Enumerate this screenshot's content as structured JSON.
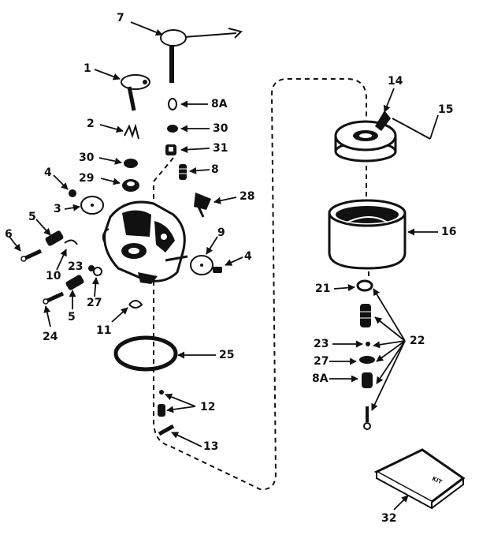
{
  "diagram": {
    "callouts": [
      {
        "id": "c7",
        "text": "7"
      },
      {
        "id": "c1",
        "text": "1"
      },
      {
        "id": "c8a_top",
        "text": "8A"
      },
      {
        "id": "c2",
        "text": "2"
      },
      {
        "id": "c30_right",
        "text": "30"
      },
      {
        "id": "c31",
        "text": "31"
      },
      {
        "id": "c30_left",
        "text": "30"
      },
      {
        "id": "c4_left",
        "text": "4"
      },
      {
        "id": "c29",
        "text": "29"
      },
      {
        "id": "c8",
        "text": "8"
      },
      {
        "id": "c28",
        "text": "28"
      },
      {
        "id": "c3",
        "text": "3"
      },
      {
        "id": "c5_top",
        "text": "5"
      },
      {
        "id": "c6",
        "text": "6"
      },
      {
        "id": "c9",
        "text": "9"
      },
      {
        "id": "c4_right",
        "text": "4"
      },
      {
        "id": "c23_left",
        "text": "23"
      },
      {
        "id": "c10",
        "text": "10"
      },
      {
        "id": "c27_left",
        "text": "27"
      },
      {
        "id": "c5_bottom",
        "text": "5"
      },
      {
        "id": "c24",
        "text": "24"
      },
      {
        "id": "c11",
        "text": "11"
      },
      {
        "id": "c25",
        "text": "25"
      },
      {
        "id": "c12",
        "text": "12"
      },
      {
        "id": "c13",
        "text": "13"
      },
      {
        "id": "c14",
        "text": "14"
      },
      {
        "id": "c15",
        "text": "15"
      },
      {
        "id": "c16",
        "text": "16"
      },
      {
        "id": "c21",
        "text": "21"
      },
      {
        "id": "c22",
        "text": "22"
      },
      {
        "id": "c23_right",
        "text": "23"
      },
      {
        "id": "c27_right",
        "text": "27"
      },
      {
        "id": "c8a_bottom",
        "text": "8A"
      },
      {
        "id": "c32",
        "text": "32"
      }
    ],
    "booklet_text": "KIT"
  }
}
